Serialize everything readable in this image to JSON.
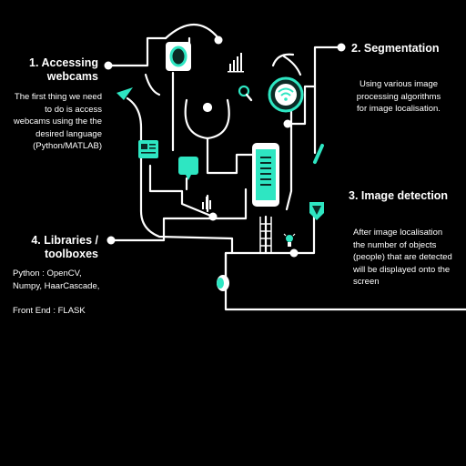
{
  "colors": {
    "background": "#000000",
    "line": "#ffffff",
    "accent": "#2ee6c2",
    "accent_dark": "#0b2a25",
    "text": "#ffffff"
  },
  "steps": [
    {
      "title_lines": [
        "1. Accessing",
        "webcams"
      ],
      "desc_lines": [
        "The first thing we need",
        "to do is access",
        "webcams using the the",
        "desired language",
        "(Python/MATLAB)"
      ]
    },
    {
      "title_lines": [
        "2. Segmentation"
      ],
      "desc_lines": [
        "Using various image",
        "processing algorithms",
        "for image localisation."
      ]
    },
    {
      "title_lines": [
        "3. Image detection"
      ],
      "desc_lines": [
        "After image localisation",
        "the number of objects",
        "(people) that are detected",
        "will be displayed onto the",
        "screen"
      ]
    },
    {
      "title_lines": [
        "4. Libraries /",
        "toolboxes"
      ],
      "desc_lines": [
        "Python : OpenCV,",
        "Numpy, HaarCascade,",
        "",
        "Front End : FLASK"
      ]
    }
  ],
  "icons": [
    "webcam-lens-icon",
    "stethoscope-icon",
    "magnifier-icon",
    "wifi-icon",
    "bar-chart-icon",
    "document-icon",
    "chat-bubble-icon",
    "smartphone-icon",
    "pen-icon",
    "shield-icon",
    "bulb-icon",
    "mouse-icon",
    "paper-plane-icon"
  ]
}
